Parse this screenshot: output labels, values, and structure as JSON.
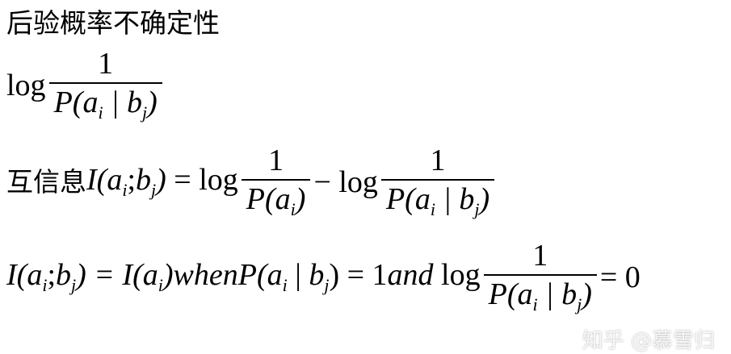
{
  "title": "后验概率不确定性",
  "line1": {
    "log": "log",
    "numerator": "1",
    "den_P": "P(",
    "den_a": "a",
    "den_i": "i",
    "den_bar": " | ",
    "den_b": "b",
    "den_j": "j",
    "den_close": ")"
  },
  "line2": {
    "label": "互信息",
    "I": "I(",
    "a": "a",
    "i": "i",
    "semi": ";",
    "b": "b",
    "j": "j",
    "close": ")",
    "eq": " = log",
    "num1": "1",
    "den1": "P(",
    "minus": "− log",
    "num2": "1",
    "den2": "P(",
    "bar": " | "
  },
  "line3": {
    "lhs": "I(",
    "a": "a",
    "i": "i",
    "semi": ";",
    "b": "b",
    "j": "j",
    "mid": ") = I(",
    "when": ")whenP(",
    "bar": " | ",
    "eq1": ") = 1",
    "and": "and",
    "log": " log",
    "num": "1",
    "den": "P(",
    "eq0": "= 0"
  },
  "watermark": "知乎 @慕雪归"
}
